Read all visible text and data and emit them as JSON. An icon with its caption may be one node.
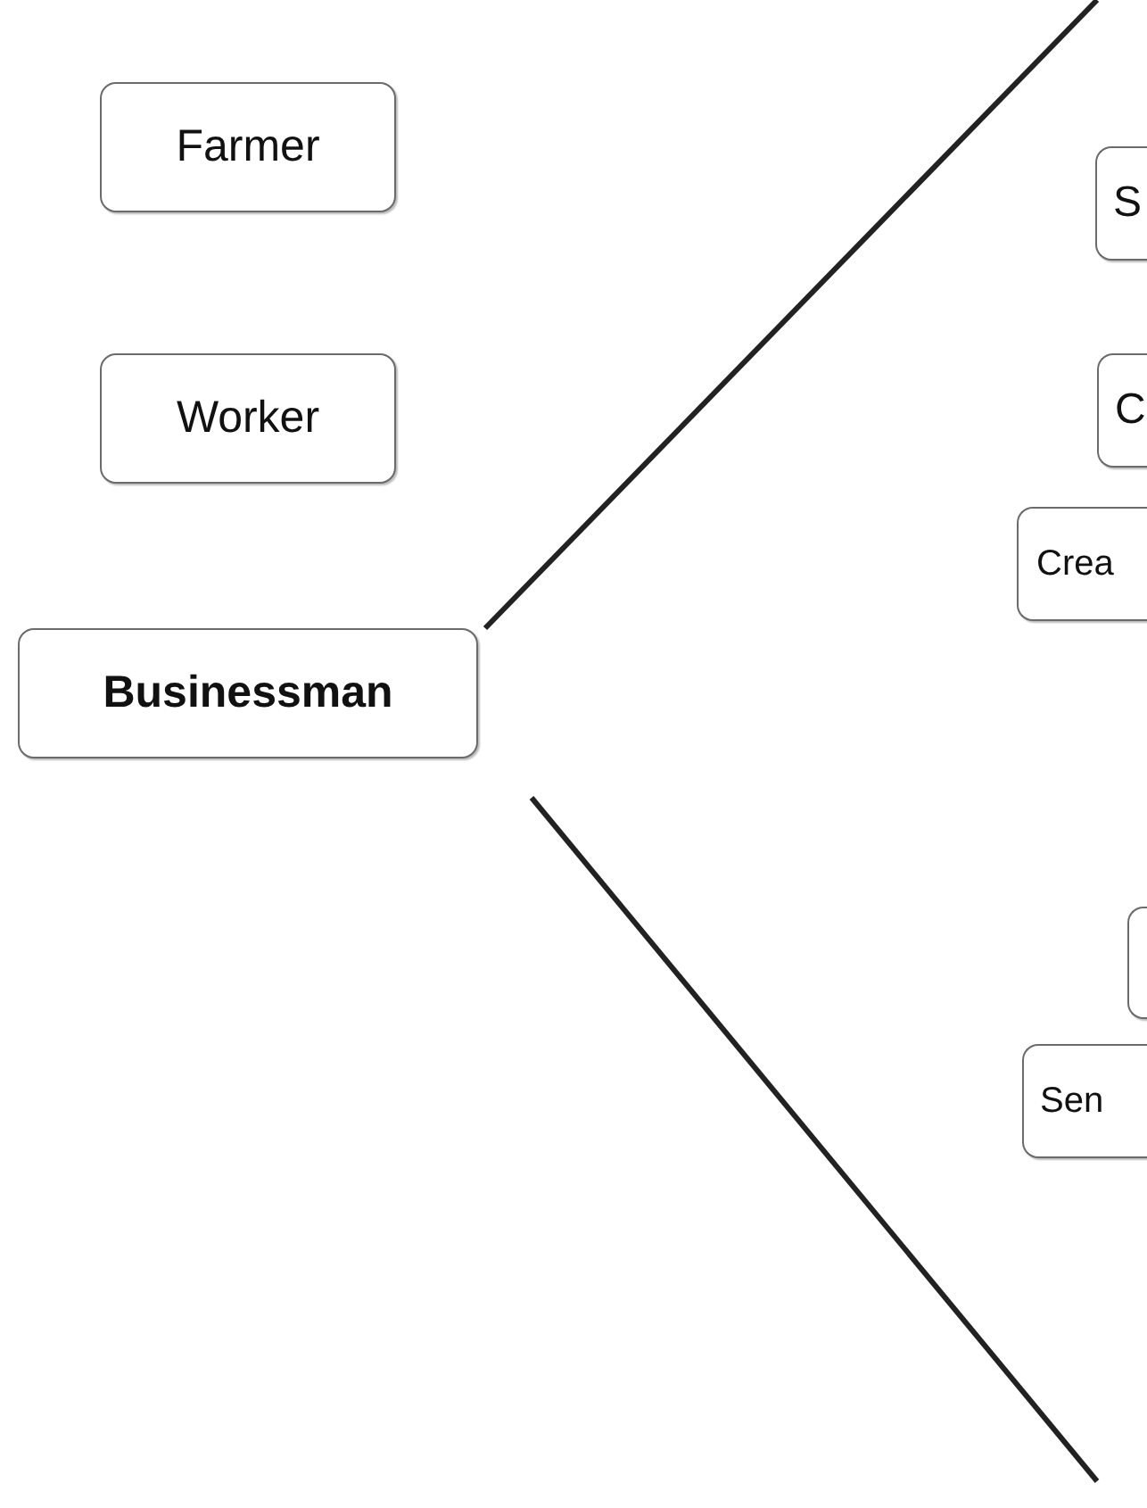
{
  "diagram": {
    "nodes": [
      {
        "text": [
          "Farmer"
        ]
      },
      {
        "text": [
          "Worker"
        ]
      },
      {
        "text": [
          "Businessman"
        ]
      },
      {
        "text": [
          "S"
        ]
      },
      {
        "text": [
          "C"
        ]
      },
      {
        "text": [
          "Crea"
        ]
      },
      {
        "text": [],
        "shape": "box"
      },
      {
        "text": [
          "Sen"
        ]
      }
    ],
    "edges": [
      {
        "from": 2,
        "to": null,
        "arrow": "none"
      },
      {
        "from": 2,
        "to": null,
        "arrow": "none"
      }
    ]
  }
}
